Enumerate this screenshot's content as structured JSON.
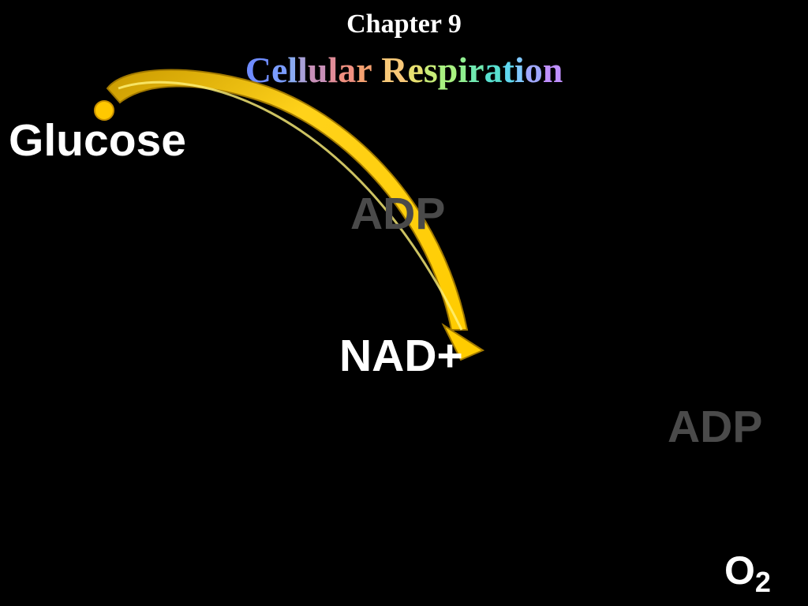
{
  "slide": {
    "chapter": "Chapter 9",
    "title_letters": [
      {
        "ch": "C",
        "color": "#6f8cff"
      },
      {
        "ch": "e",
        "color": "#7a9cff"
      },
      {
        "ch": "l",
        "color": "#8aaaf0"
      },
      {
        "ch": "l",
        "color": "#a8a0d8"
      },
      {
        "ch": "u",
        "color": "#c890b8"
      },
      {
        "ch": "l",
        "color": "#e08c98"
      },
      {
        "ch": "a",
        "color": "#f09080"
      },
      {
        "ch": "r",
        "color": "#f4a070"
      },
      {
        "ch": " ",
        "color": "#ffffff"
      },
      {
        "ch": "R",
        "color": "#f8c878"
      },
      {
        "ch": "e",
        "color": "#e8e070"
      },
      {
        "ch": "s",
        "color": "#c8ec78"
      },
      {
        "ch": "p",
        "color": "#a8f080"
      },
      {
        "ch": "i",
        "color": "#90ee90"
      },
      {
        "ch": "r",
        "color": "#70e8b0"
      },
      {
        "ch": "a",
        "color": "#58e0d0"
      },
      {
        "ch": "t",
        "color": "#60d8f0"
      },
      {
        "ch": "i",
        "color": "#80c8ff"
      },
      {
        "ch": "o",
        "color": "#a0a8ff"
      },
      {
        "ch": "n",
        "color": "#c090ff"
      }
    ],
    "labels": {
      "glucose": "Glucose",
      "adp_1": "ADP",
      "nad": "NAD+",
      "adp_2": "ADP",
      "o2_base": "O",
      "o2_sub": "2"
    },
    "colors": {
      "background": "#000000",
      "arrow_fill": "#ffd21a",
      "arrow_edge": "#b88a00",
      "faded_label": "#4a4a4a"
    }
  }
}
